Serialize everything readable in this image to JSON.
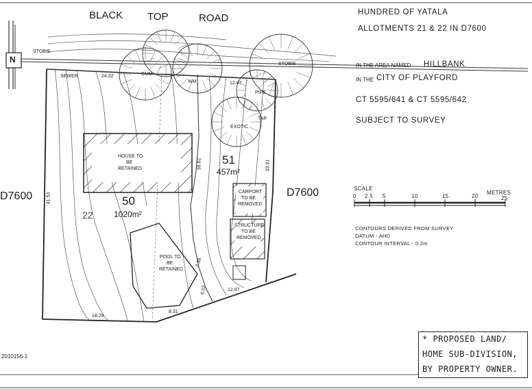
{
  "road": {
    "word1": "BLACK",
    "word2": "TOP",
    "word3": "ROAD"
  },
  "north_label": "N",
  "header": {
    "hundred": "HUNDRED OF YATALA",
    "allotments": "ALLOTMENTS 21 & 22 IN D7600",
    "area_prefix": "IN THE AREA NAMED",
    "area_name": "HILLBANK",
    "city_prefix": "IN THE",
    "city_name": "CITY OF PLAYFORD",
    "ct": "CT 5595/641 & CT 5595/642",
    "survey": "SUBJECT TO SURVEY"
  },
  "scale": {
    "label": "SCALE",
    "units": "METRES",
    "ticks": [
      "0",
      "2.5",
      "5",
      "10",
      "15",
      "20",
      "25"
    ]
  },
  "contours_note": {
    "line1": "CONTOURS DERIVED FROM SURVEY",
    "line2": "DATUM - AHD",
    "line3": "CONTOUR INTERVAL - 0.2m"
  },
  "lots": [
    {
      "number": "50",
      "area": "1020m²"
    },
    {
      "number": "51",
      "area": "457m²"
    }
  ],
  "neighbours": {
    "left": "D7600",
    "right": "D7600"
  },
  "labels": {
    "house": [
      "HOUSE TO",
      "BE",
      "RETAINED"
    ],
    "pool": [
      "POOL TO",
      "BE",
      "RETAINED"
    ],
    "carport": [
      "CARPORT",
      "TO BE",
      "REMOVED"
    ],
    "structure": [
      "STRUCTURE",
      "TO BE",
      "REMOVED"
    ],
    "stobie_left": "STOBIE",
    "stobie_right": "STOBIE",
    "sewer": "SEWER",
    "tap": "TAP",
    "exotic": "EXOTIC",
    "gum": "GUM",
    "wm": "WM",
    "pipe": "PIPE",
    "contour_22": "22"
  },
  "dimensions": [
    "24.32",
    "12.87",
    "39.62",
    "33.91",
    "41.53",
    "18.29",
    "8.31",
    "6.02",
    "12.87",
    "3.58"
  ],
  "ref_number": "2010156-1",
  "handwritten_note": [
    "* PROPOSED LAND/",
    "HOME SUB-DIVISION,",
    "BY PROPERTY OWNER."
  ]
}
